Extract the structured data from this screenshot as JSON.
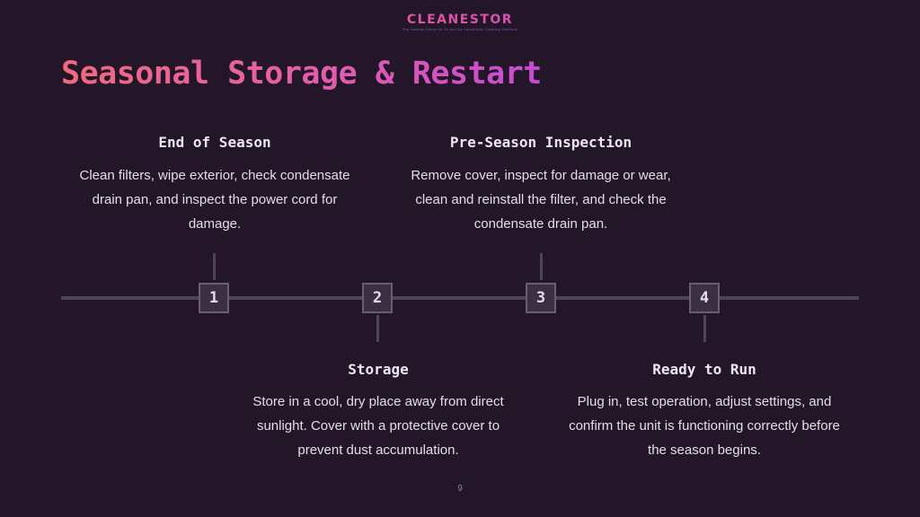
{
  "logo": {
    "name": "CLEANESTOR",
    "tagline": "The Leading Choice for Air and Air Conditioner Cleaning Solutions"
  },
  "slide": {
    "title": "Seasonal Storage & Restart",
    "page_number": "9"
  },
  "timeline": {
    "steps": [
      {
        "number": "1",
        "title": "End of Season",
        "description": "Clean filters, wipe exterior, check condensate drain pan, and inspect the power cord for damage."
      },
      {
        "number": "2",
        "title": "Storage",
        "description": "Store in a cool, dry place away from direct sunlight. Cover with a protective cover to prevent dust accumulation."
      },
      {
        "number": "3",
        "title": "Pre-Season Inspection",
        "description": "Remove cover, inspect for damage or wear, clean and reinstall the filter, and check the condensate drain pan."
      },
      {
        "number": "4",
        "title": "Ready to Run",
        "description": "Plug in, test operation, adjust settings, and confirm the unit is functioning correctly before the season begins."
      }
    ]
  },
  "colors": {
    "background": "#241629",
    "title_gradient_start": "#f06a7d",
    "title_gradient_end": "#c64bd4",
    "timeline": "#4e4459",
    "node_fill": "#3a2f44"
  }
}
